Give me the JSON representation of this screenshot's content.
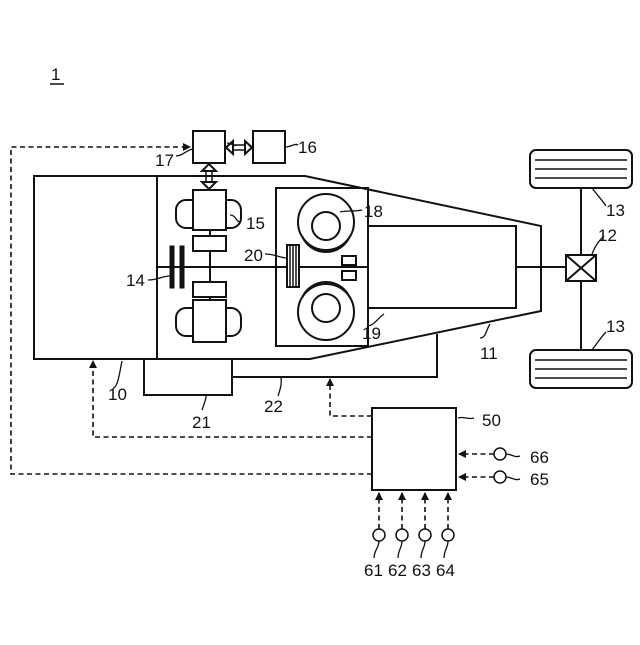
{
  "figure_number": "1",
  "labels": {
    "engine": "10",
    "transmission_case": "11",
    "differential": "12",
    "wheel_upper": "13",
    "wheel_lower": "13",
    "damper": "14",
    "motor_generator_1": "15",
    "battery": "16",
    "inverter": "17",
    "motor_generator_2": "18",
    "transmission": "19",
    "clutch": "20",
    "oil_pump": "21",
    "oil_line": "22",
    "controller": "50",
    "sensor_61": "61",
    "sensor_62": "62",
    "sensor_63": "63",
    "sensor_64": "64",
    "sensor_65": "65",
    "sensor_66": "66"
  },
  "colors": {
    "line": "#111111",
    "background": "#ffffff"
  }
}
